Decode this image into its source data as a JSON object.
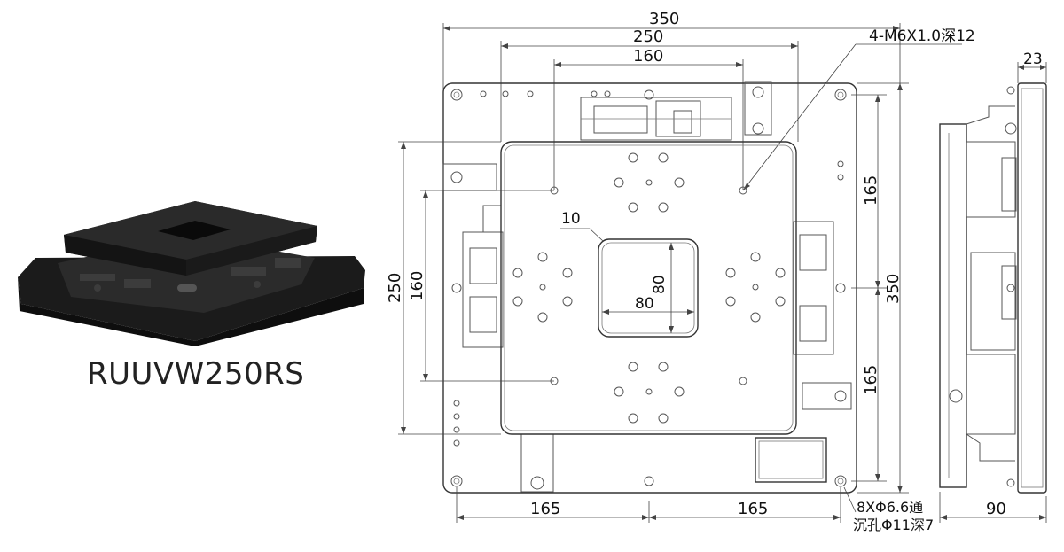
{
  "product": {
    "name": "RUUVW250RS"
  },
  "dimensions": {
    "top_350": "350",
    "top_250": "250",
    "top_160": "160",
    "left_250": "250",
    "left_160": "160",
    "right_165_top": "165",
    "right_350": "350",
    "right_165_bottom": "165",
    "bottom_165_left": "165",
    "bottom_165_right": "165",
    "window_10": "10",
    "window_80_h": "80",
    "window_80_v": "80",
    "side_23": "23",
    "side_90": "90"
  },
  "callouts": {
    "tapped_holes": "4-M6X1.0深12",
    "mount_holes_line1": "8XΦ6.6通",
    "mount_holes_line2": "沉孔Φ11深7"
  },
  "colors": {
    "render_body": "#1c1c1c",
    "line": "#555555",
    "text": "#111111"
  }
}
